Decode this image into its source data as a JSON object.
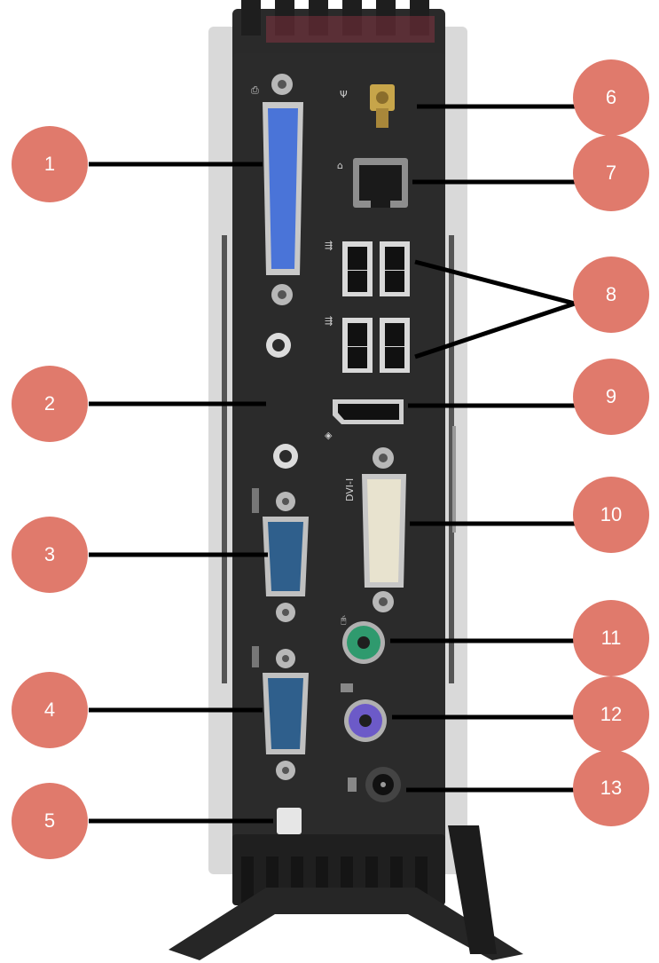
{
  "callouts": [
    {
      "number": "1"
    },
    {
      "number": "2"
    },
    {
      "number": "3"
    },
    {
      "number": "4"
    },
    {
      "number": "5"
    },
    {
      "number": "6"
    },
    {
      "number": "7"
    },
    {
      "number": "8"
    },
    {
      "number": "9"
    },
    {
      "number": "10"
    },
    {
      "number": "11"
    },
    {
      "number": "12"
    },
    {
      "number": "13"
    }
  ],
  "port_labels": {
    "dvi": "DVI-I"
  },
  "colors": {
    "callout_fill": "#e07a6c",
    "chassis": "#222222",
    "panel": "#2b2b2b",
    "silver": "#d9d9d9",
    "parallel_port": "#4a74d8",
    "ps2_mouse": "#2f9a6e",
    "ps2_keyboard": "#6c5ac8",
    "dvi": "#e8e3cf"
  },
  "icons": [
    "antenna-icon",
    "network-icon",
    "usb-icon",
    "displayport-icon",
    "mouse-icon",
    "keyboard-icon",
    "power-icon",
    "serial-icon"
  ]
}
